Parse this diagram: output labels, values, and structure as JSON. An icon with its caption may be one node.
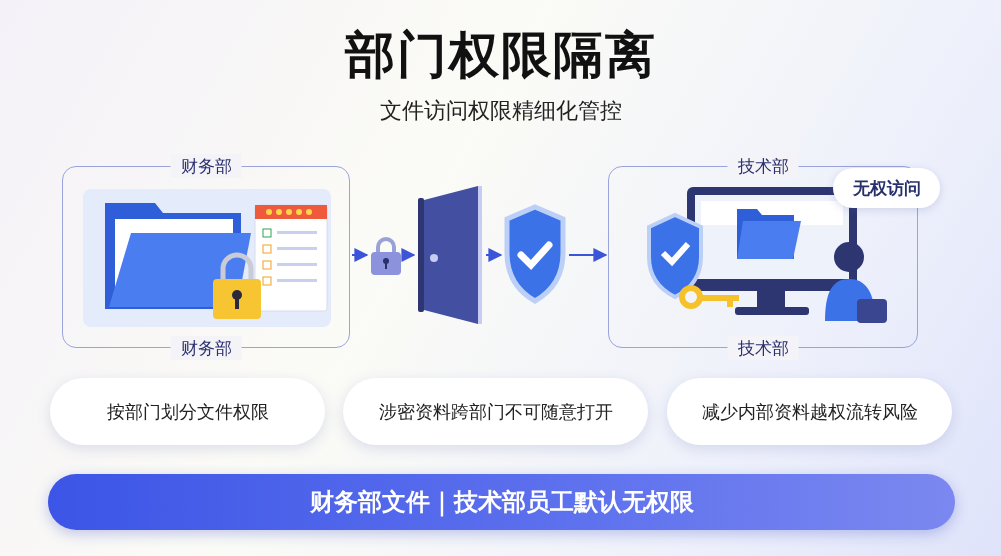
{
  "diagram": {
    "title": "部门权限隔离",
    "nodes": [
      {
        "text": [
          "财务部",
          "财务部"
        ]
      },
      {
        "text": [],
        "shape": "picture"
      },
      {
        "text": [],
        "shape": "picture"
      },
      {
        "text": [],
        "shape": "picture"
      },
      {
        "text": [
          "技术部",
          "技术部"
        ]
      },
      {
        "text": [
          "无权访问"
        ]
      },
      {
        "text": [
          "按部门划分文件权限"
        ]
      },
      {
        "text": [
          "涉密资料跨部门不可随意打开"
        ]
      },
      {
        "text": [
          "减少内部资料越权流转风险"
        ]
      },
      {
        "text": [
          "财务部文件｜技术部员工默认无权限"
        ]
      }
    ],
    "edges": [
      {
        "from": 0,
        "to": 1,
        "arrow": "to"
      },
      {
        "from": 1,
        "to": 2,
        "arrow": "to"
      },
      {
        "from": 2,
        "to": 3,
        "arrow": "to"
      },
      {
        "from": 3,
        "to": 4,
        "arrow": "to"
      }
    ],
    "labels": [
      "文件访问权限精细化管控"
    ]
  }
}
